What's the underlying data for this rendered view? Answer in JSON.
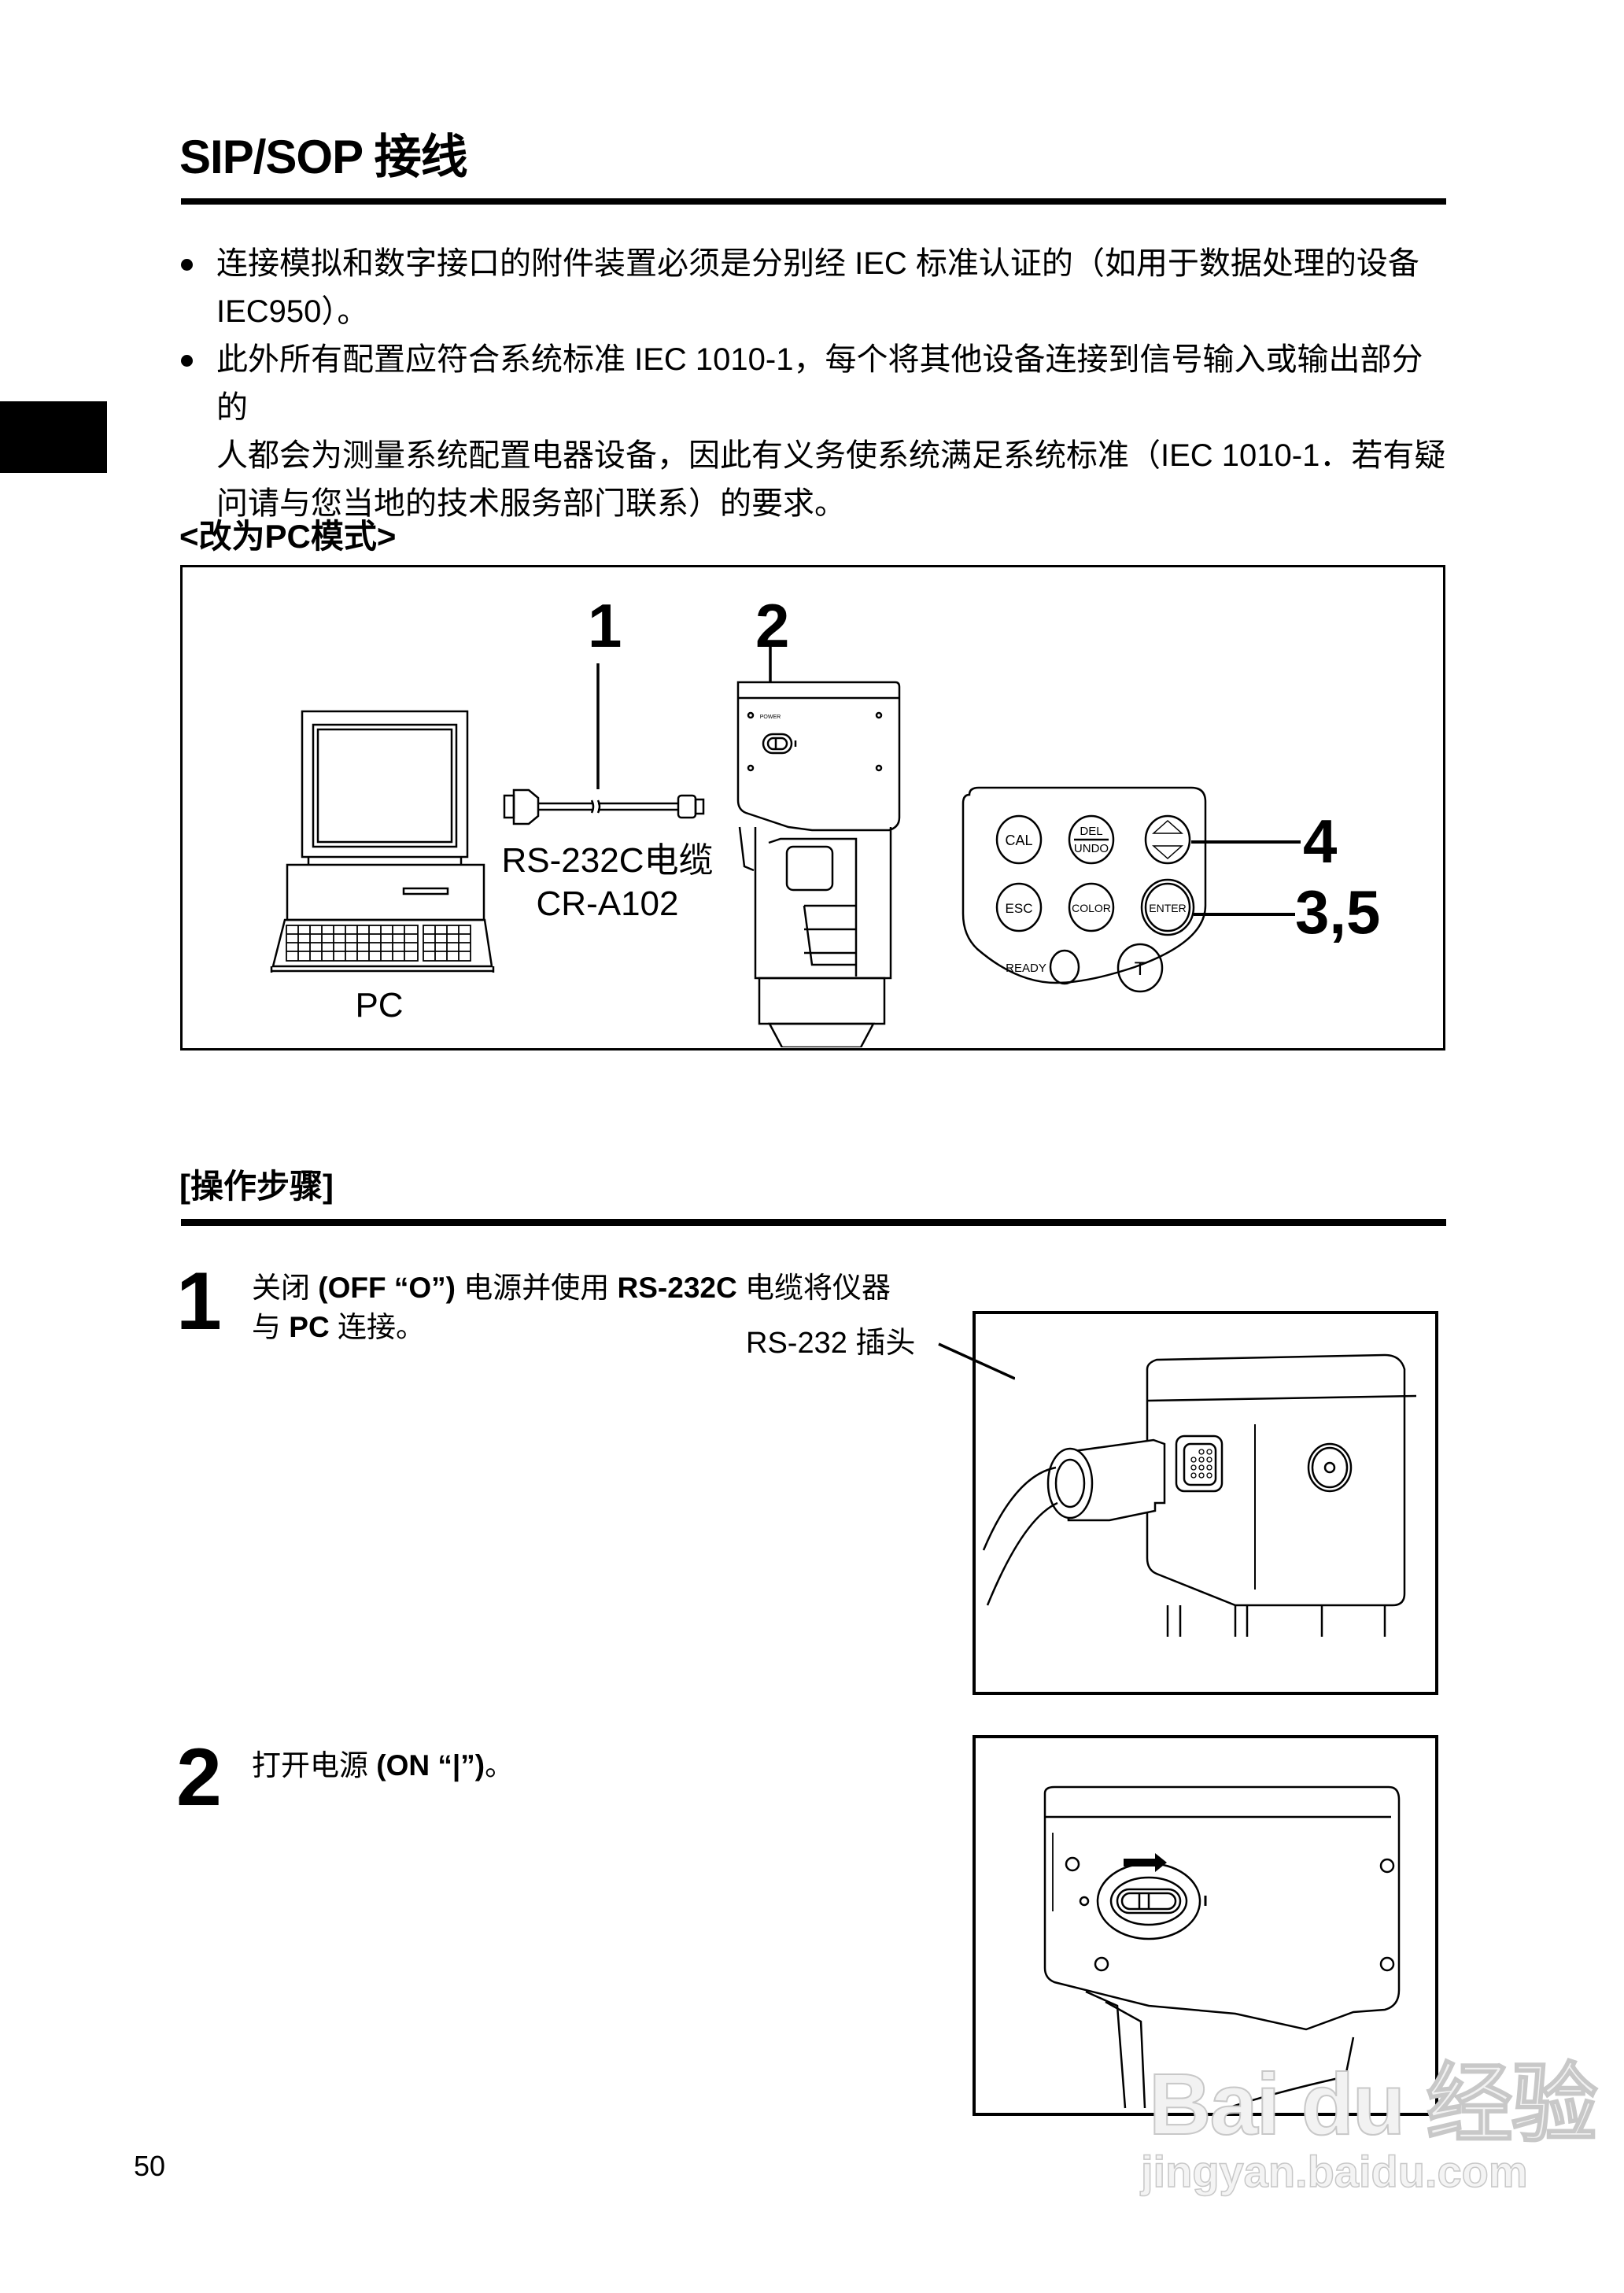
{
  "page": {
    "title": "SIP/SOP 接线",
    "page_number": "50"
  },
  "bullets": [
    {
      "lines": [
        "连接模拟和数字接口的附件装置必须是分别经 IEC 标准认证的（如用于数据处理的设备",
        "IEC950）。"
      ]
    },
    {
      "lines": [
        "此外所有配置应符合系统标准 IEC 1010-1，每个将其他设备连接到信号输入或输出部分的",
        "人都会为测量系统配置电器设备，因此有义务使系统满足系统标准（IEC 1010-1．若有疑",
        "问请与您当地的技术服务部门联系）的要求。"
      ]
    }
  ],
  "pc_mode": {
    "heading": "<改为PC模式>",
    "diagram": {
      "callouts": {
        "c1": "1",
        "c2": "2",
        "c4": "4",
        "c35": "3,5"
      },
      "pc_label": "PC",
      "cable_label_1": "RS-232C电缆",
      "cable_label_2": "CR-A102",
      "instrument_power_label": "POWER",
      "keypad": {
        "keys": [
          "CAL",
          "DEL",
          "UNDO",
          "ESC",
          "COLOR",
          "ENTER",
          "T"
        ],
        "ready_label": "READY",
        "arrow_key": "up-down-arrow-key"
      }
    }
  },
  "procedure": {
    "heading": "[操作步骤]",
    "steps": [
      {
        "number": "1",
        "line1_a": "关闭 ",
        "line1_b": "(OFF “O”)",
        "line1_c": " 电源并使用 ",
        "line1_d": "RS-232C",
        "line1_e": " 电缆将仪器",
        "line2_a": "与 ",
        "line2_b": "PC",
        "line2_c": " 连接。",
        "figure_label": "RS-232 插头"
      },
      {
        "number": "2",
        "line1_a": "打开电源 ",
        "line1_b": "(ON “|”)",
        "line1_c": "。"
      }
    ]
  },
  "watermark": {
    "brand": "Bai du 经验",
    "url": "jingyan.baidu.com"
  }
}
